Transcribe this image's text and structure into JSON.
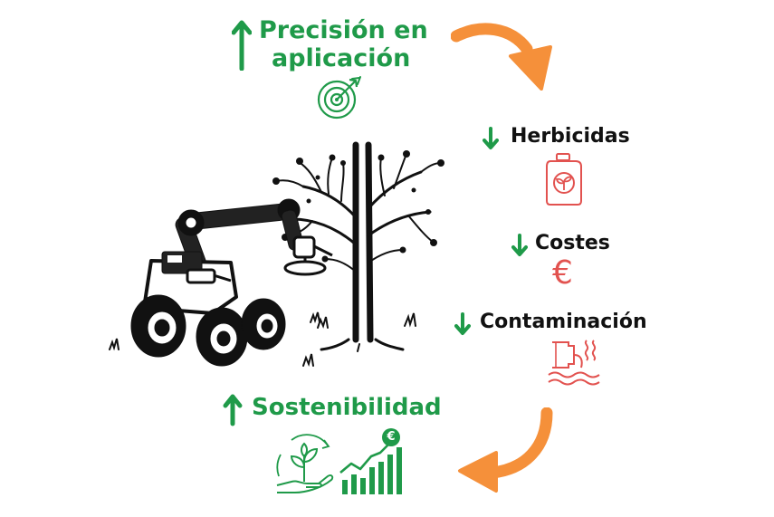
{
  "top": {
    "line1": "Precisión en",
    "line2": "aplicación",
    "arrow": "up",
    "icon": "target-icon"
  },
  "right": {
    "herbicidas": {
      "label": "Herbicidas",
      "arrow": "down",
      "icon": "herbicide-can-icon"
    },
    "costes": {
      "label": "Costes",
      "arrow": "down",
      "icon": "euro-icon",
      "symbol": "€"
    },
    "contaminacion": {
      "label": "Contaminación",
      "arrow": "down",
      "icon": "pollution-pipe-icon"
    }
  },
  "bottom": {
    "label": "Sostenibilidad",
    "arrow": "up",
    "icons": [
      "plant-in-hand-icon",
      "growth-chart-icon"
    ],
    "badge_symbol": "€"
  },
  "center": {
    "icon": "robot-tractor-tree-illustration"
  },
  "colors": {
    "green": "#1f9a49",
    "red": "#e2524f",
    "orange": "#f5903a",
    "black": "#111111"
  }
}
